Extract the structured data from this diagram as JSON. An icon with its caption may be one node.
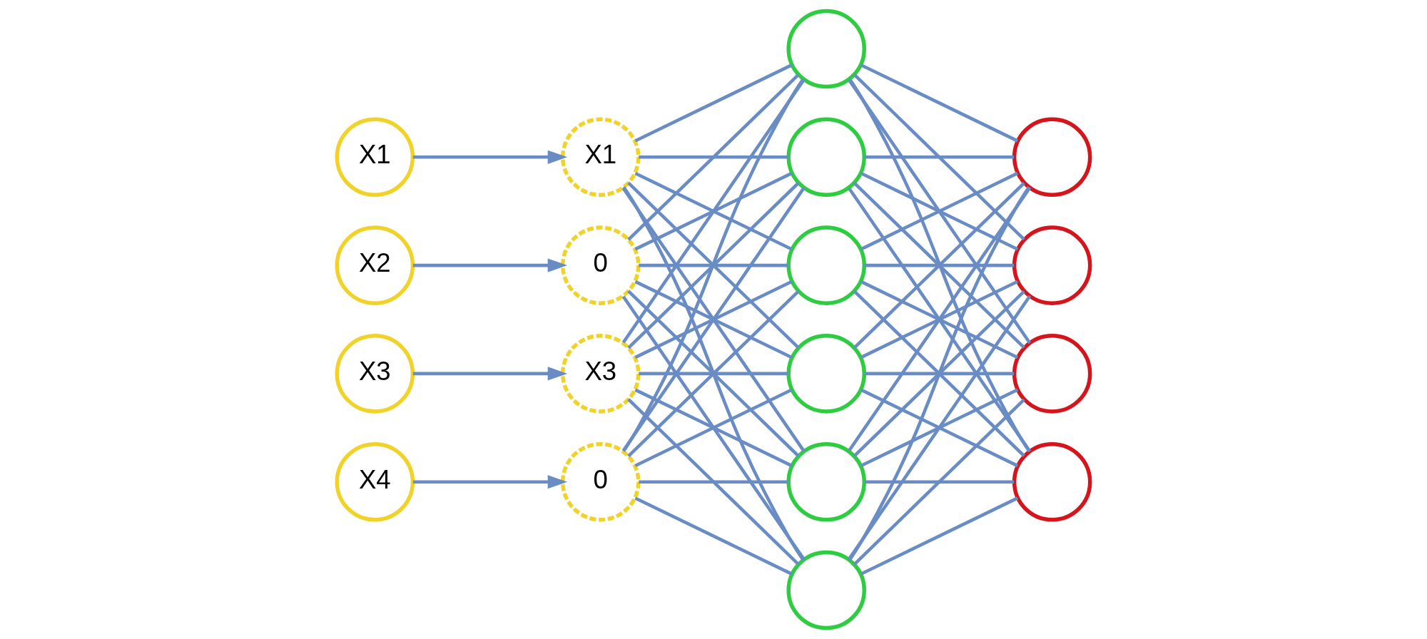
{
  "diagram": {
    "nodes": [
      {
        "text": [
          "X1"
        ]
      },
      {
        "text": [
          "X2"
        ]
      },
      {
        "text": [
          "X3"
        ]
      },
      {
        "text": [
          "X4"
        ]
      },
      {
        "text": [
          "X1"
        ]
      },
      {
        "text": [
          "0"
        ]
      },
      {
        "text": [
          "X3"
        ]
      },
      {
        "text": [
          "0"
        ]
      },
      {
        "text": [],
        "shape": "circle"
      },
      {
        "text": [],
        "shape": "circle"
      },
      {
        "text": [],
        "shape": "circle"
      },
      {
        "text": [],
        "shape": "circle"
      },
      {
        "text": [],
        "shape": "circle"
      },
      {
        "text": [],
        "shape": "circle"
      },
      {
        "text": [],
        "shape": "circle"
      },
      {
        "text": [],
        "shape": "circle"
      },
      {
        "text": [],
        "shape": "circle"
      },
      {
        "text": [],
        "shape": "circle"
      }
    ],
    "edges": [
      {
        "from": 0,
        "to": 4,
        "arrow": "to"
      },
      {
        "from": 1,
        "to": 5,
        "arrow": "to"
      },
      {
        "from": 2,
        "to": 6,
        "arrow": "to"
      },
      {
        "from": 3,
        "to": 7,
        "arrow": "to"
      },
      {
        "from": 4,
        "to": 8,
        "arrow": "none"
      },
      {
        "from": 4,
        "to": 9,
        "arrow": "none"
      },
      {
        "from": 4,
        "to": 10,
        "arrow": "none"
      },
      {
        "from": 4,
        "to": 11,
        "arrow": "none"
      },
      {
        "from": 4,
        "to": 12,
        "arrow": "none"
      },
      {
        "from": 4,
        "to": 13,
        "arrow": "none"
      },
      {
        "from": 5,
        "to": 8,
        "arrow": "none"
      },
      {
        "from": 5,
        "to": 9,
        "arrow": "none"
      },
      {
        "from": 5,
        "to": 10,
        "arrow": "none"
      },
      {
        "from": 5,
        "to": 11,
        "arrow": "none"
      },
      {
        "from": 5,
        "to": 12,
        "arrow": "none"
      },
      {
        "from": 5,
        "to": 13,
        "arrow": "none"
      },
      {
        "from": 6,
        "to": 8,
        "arrow": "none"
      },
      {
        "from": 6,
        "to": 9,
        "arrow": "none"
      },
      {
        "from": 6,
        "to": 10,
        "arrow": "none"
      },
      {
        "from": 6,
        "to": 11,
        "arrow": "none"
      },
      {
        "from": 6,
        "to": 12,
        "arrow": "none"
      },
      {
        "from": 6,
        "to": 13,
        "arrow": "none"
      },
      {
        "from": 7,
        "to": 8,
        "arrow": "none"
      },
      {
        "from": 7,
        "to": 9,
        "arrow": "none"
      },
      {
        "from": 7,
        "to": 10,
        "arrow": "none"
      },
      {
        "from": 7,
        "to": 11,
        "arrow": "none"
      },
      {
        "from": 7,
        "to": 12,
        "arrow": "none"
      },
      {
        "from": 7,
        "to": 13,
        "arrow": "none"
      },
      {
        "from": 8,
        "to": 14,
        "arrow": "none"
      },
      {
        "from": 8,
        "to": 15,
        "arrow": "none"
      },
      {
        "from": 8,
        "to": 16,
        "arrow": "none"
      },
      {
        "from": 8,
        "to": 17,
        "arrow": "none"
      },
      {
        "from": 9,
        "to": 14,
        "arrow": "none"
      },
      {
        "from": 9,
        "to": 15,
        "arrow": "none"
      },
      {
        "from": 9,
        "to": 16,
        "arrow": "none"
      },
      {
        "from": 9,
        "to": 17,
        "arrow": "none"
      },
      {
        "from": 10,
        "to": 14,
        "arrow": "none"
      },
      {
        "from": 10,
        "to": 15,
        "arrow": "none"
      },
      {
        "from": 10,
        "to": 16,
        "arrow": "none"
      },
      {
        "from": 10,
        "to": 17,
        "arrow": "none"
      },
      {
        "from": 11,
        "to": 14,
        "arrow": "none"
      },
      {
        "from": 11,
        "to": 15,
        "arrow": "none"
      },
      {
        "from": 11,
        "to": 16,
        "arrow": "none"
      },
      {
        "from": 11,
        "to": 17,
        "arrow": "none"
      },
      {
        "from": 12,
        "to": 14,
        "arrow": "none"
      },
      {
        "from": 12,
        "to": 15,
        "arrow": "none"
      },
      {
        "from": 12,
        "to": 16,
        "arrow": "none"
      },
      {
        "from": 12,
        "to": 17,
        "arrow": "none"
      },
      {
        "from": 13,
        "to": 14,
        "arrow": "none"
      },
      {
        "from": 13,
        "to": 15,
        "arrow": "none"
      },
      {
        "from": 13,
        "to": 16,
        "arrow": "none"
      },
      {
        "from": 13,
        "to": 17,
        "arrow": "none"
      }
    ]
  }
}
